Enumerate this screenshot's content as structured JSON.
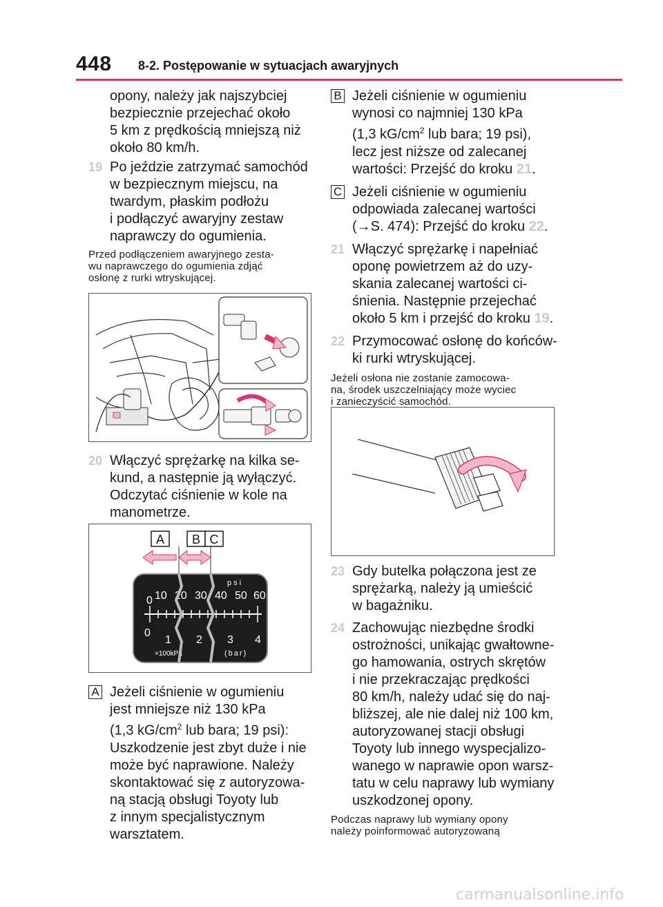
{
  "header": {
    "page_number": "448",
    "section": "8-2. Postępowanie w sytuacjach awaryjnych"
  },
  "left": {
    "intro": [
      "opony, należy jak najszybciej",
      "bezpiecznie przejechać około",
      "5 km z prędkością mniejszą niż",
      "około 80 km/h."
    ],
    "step19_num": "19",
    "step19": [
      "Po jeździe zatrzymać samochód",
      "w bezpiecznym miejscu, na",
      "twardym, płaskim podłożu",
      "i podłączyć awaryjny zestaw",
      "naprawczy do ogumienia."
    ],
    "note1": [
      "Przed podłączeniem awaryjnego zesta-",
      "wu naprawczego do ogumienia zdjąć",
      "osłonę z rurki wtryskującej."
    ],
    "step20_num": "20",
    "step20": [
      "Włączyć sprężarkę na kilka se-",
      "kund, a następnie ją wyłączyć.",
      "Odczytać ciśnienie w kole na",
      "manometrze."
    ],
    "gauge": {
      "label_a": "A",
      "label_b": "B",
      "label_c": "C",
      "psi_unit": "psi",
      "psi_ticks": [
        "0",
        "10",
        "20",
        "30",
        "40",
        "50",
        "60"
      ],
      "bar_ticks": [
        "0",
        "1",
        "2",
        "3",
        "4"
      ],
      "kpa_unit": "×100kPa",
      "bar_unit": "(bar)"
    },
    "a_label": "A",
    "a_text_1": [
      "Jeżeli ciśnienie w ogumieniu",
      "jest mniejsze niż 130 kPa"
    ],
    "a_text_kg": "(1,3 kG/cm",
    "a_text_sup": "2",
    "a_text_kg_rest": " lub bara; 19 psi):",
    "a_text_2": [
      "Uszkodzenie jest zbyt duże i nie",
      "może być naprawione. Należy",
      "skontaktować się z autoryzowa-",
      "ną stacją obsługi Toyoty lub",
      "z innym specjalistycznym",
      "warsztatem."
    ]
  },
  "right": {
    "b_label": "B",
    "b_text_1": [
      "Jeżeli ciśnienie w ogumieniu",
      "wynosi co najmniej 130 kPa"
    ],
    "b_text_kg": "(1,3 kG/cm",
    "b_text_sup": "2",
    "b_text_kg_rest": " lub bara; 19 psi),",
    "b_text_2": [
      "lecz jest niższe od zalecanej"
    ],
    "b_text_3": "wartości: Przejść do kroku ",
    "b_ref": "21",
    "b_end": ".",
    "c_label": "C",
    "c_text_1": [
      "Jeżeli ciśnienie w ogumieniu",
      "odpowiada zalecanej wartości"
    ],
    "c_text_2": "(→S. 474): Przejść do kroku ",
    "c_ref": "22",
    "c_end": ".",
    "step21_num": "21",
    "step21": [
      "Włączyć sprężarkę i napełniać",
      "oponę powietrzem aż do uzy-",
      "skania zalecanej wartości ci-",
      "śnienia. Następnie przejechać"
    ],
    "step21_last": "około 5 km i przejść do kroku ",
    "step21_ref": "19",
    "step21_end": ".",
    "step22_num": "22",
    "step22": [
      "Przymocować osłonę do końców-",
      "ki rurki wtryskującej."
    ],
    "note2": [
      "Jeżeli osłona nie zostanie zamocowa-",
      "na, środek uszczelniający może wyciec",
      "i zanieczyścić samochód."
    ],
    "step23_num": "23",
    "step23": [
      "Gdy butelka połączona jest ze",
      "sprężarką, należy ją umieścić",
      "w bagażniku."
    ],
    "step24_num": "24",
    "step24": [
      "Zachowując niezbędne środki",
      "ostrożności, unikając gwałtowne-",
      "go hamowania, ostrych skrętów",
      "i nie przekraczając prędkości",
      "80 km/h, należy udać się do naj-",
      "bliższej, ale nie dalej niż 100 km,",
      "autoryzowanej stacji obsługi",
      "Toyoty lub innego wyspecjalizo-",
      "wanego w naprawie opon warsz-",
      "tatu w celu naprawy lub wymiany",
      "uszkodzonej opony."
    ],
    "note3": [
      "Podczas naprawy lub wymiany opony",
      "należy poinformować autoryzowaną"
    ]
  },
  "footer": "carmanualsonline.info",
  "colors": {
    "accent": "#d8347a",
    "step_number": "#c9c9c9",
    "arrow_pink": "#f2b8c8"
  }
}
